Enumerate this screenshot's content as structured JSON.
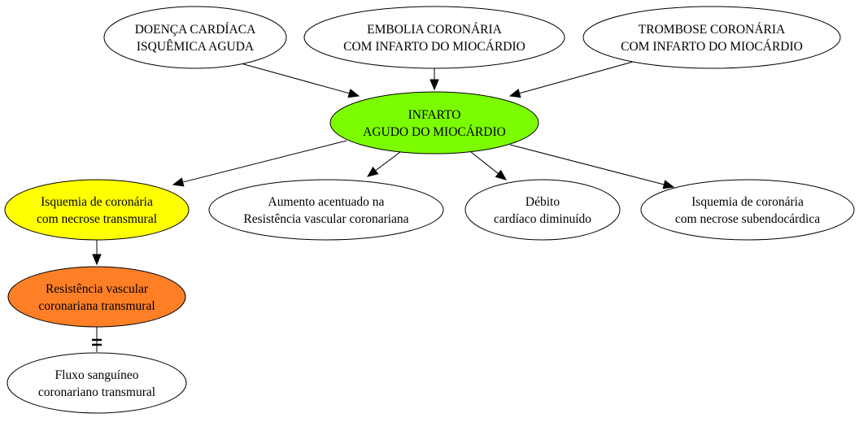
{
  "colors": {
    "default_fill": "#ffffff",
    "infarto_fill": "#7cfc00",
    "isquemia_transmural_fill": "#ffff00",
    "resistencia_transmural_fill": "#ff7f27",
    "stroke": "#000000"
  },
  "nodes": {
    "doenca": {
      "line1": "DOENÇA CARDÍACA",
      "line2": "ISQUÊMICA AGUDA"
    },
    "embolia": {
      "line1": "EMBOLIA CORONÁRIA",
      "line2": "COM INFARTO DO MIOCÁRDIO"
    },
    "trombose": {
      "line1": "TROMBOSE CORONÁRIA",
      "line2": "COM INFARTO DO MIOCÁRDIO"
    },
    "infarto": {
      "line1": "INFARTO",
      "line2": "AGUDO DO MIOCÁRDIO"
    },
    "isquemia_transmural": {
      "line1": "Isquemia de coronária",
      "line2": "com necrose transmural"
    },
    "aumento": {
      "line1": "Aumento acentuado na",
      "line2": "Resistência vascular coronariana"
    },
    "debito": {
      "line1": "Débito",
      "line2": "cardíaco diminuído"
    },
    "isquemia_subendocardica": {
      "line1": "Isquemia de coronária",
      "line2": "com necrose subendocárdica"
    },
    "resistencia": {
      "line1": "Resistência vascular",
      "line2": "coronariana transmural"
    },
    "fluxo": {
      "line1": "Fluxo sanguíneo",
      "line2": "coronariano transmural"
    }
  },
  "edges": [
    {
      "from": "doenca",
      "to": "infarto",
      "head": "arrow"
    },
    {
      "from": "embolia",
      "to": "infarto",
      "head": "arrow"
    },
    {
      "from": "trombose",
      "to": "infarto",
      "head": "arrow"
    },
    {
      "from": "infarto",
      "to": "isquemia_transmural",
      "head": "arrow"
    },
    {
      "from": "infarto",
      "to": "aumento",
      "head": "arrow"
    },
    {
      "from": "infarto",
      "to": "debito",
      "head": "arrow"
    },
    {
      "from": "infarto",
      "to": "isquemia_subendocardica",
      "head": "arrow"
    },
    {
      "from": "isquemia_transmural",
      "to": "resistencia",
      "head": "arrow"
    },
    {
      "from": "resistencia",
      "to": "fluxo",
      "head": "tee"
    }
  ]
}
